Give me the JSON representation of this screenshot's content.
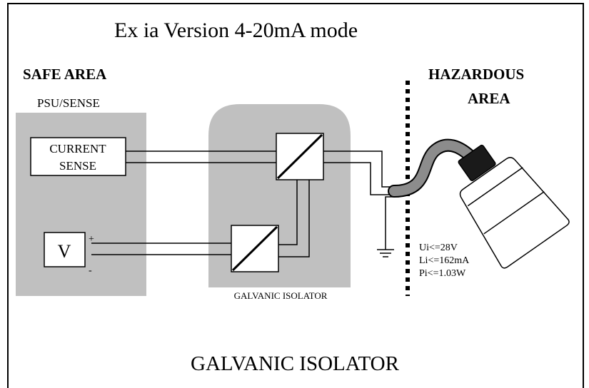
{
  "title": "Ex ia Version 4-20mA mode",
  "safe_area": {
    "heading": "SAFE AREA",
    "psu_label": "PSU/SENSE"
  },
  "hazardous_area": {
    "heading_line1": "HAZARDOUS",
    "heading_line2": "AREA"
  },
  "current_sense": {
    "line1": "CURRENT",
    "line2": "SENSE"
  },
  "voltage_source": {
    "label": "V",
    "plus": "+",
    "minus": "-"
  },
  "isolator": {
    "label": "GALVANIC ISOLATOR"
  },
  "sensor_ratings": {
    "ui": "Ui<=28V",
    "li": "Li<=162mA",
    "pi": "Pi<=1.03W"
  },
  "footer_caption": "GALVANIC ISOLATOR",
  "colors": {
    "safe_area_fill": "#c0c0c0",
    "isolator_fill": "#c0c0c0",
    "cable": "#8c8c8c",
    "line": "#000000"
  }
}
